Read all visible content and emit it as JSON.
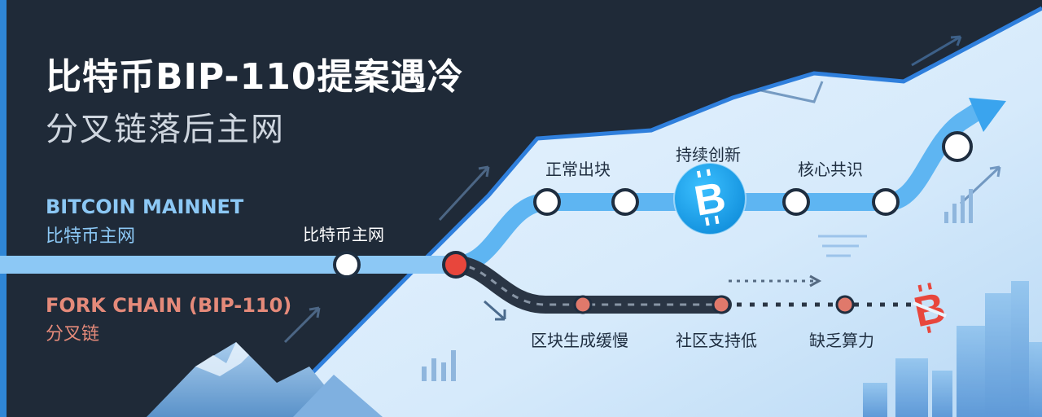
{
  "title": {
    "line1": "比特币BIP-110提案遇冷",
    "line2": "分叉链落后主网"
  },
  "legend": {
    "mainnet_en": "BITCOIN MAINNET",
    "mainnet_zh": "比特币主网",
    "fork_en": "FORK CHAIN (BIP-110)",
    "fork_zh": "分叉链"
  },
  "mainnet_labels": {
    "junction": "比特币主网",
    "block": "正常出块",
    "innovation": "持续创新",
    "consensus": "核心共识"
  },
  "fork_labels": {
    "slow": "区块生成缓慢",
    "low_support": "社区支持低",
    "no_hashpower": "缺乏算力"
  },
  "colors": {
    "dark_bg": "#1f2a38",
    "mainnet_blue": "#8cc8f5",
    "fork_red": "#e58a7a",
    "bitcoin_blue": "#1fa7f0",
    "bitcoin_red": "#e8463c"
  },
  "icons": [
    "bitcoin-icon",
    "broken-bitcoin-icon",
    "trend-arrow-icon",
    "bar-chart-icon"
  ]
}
